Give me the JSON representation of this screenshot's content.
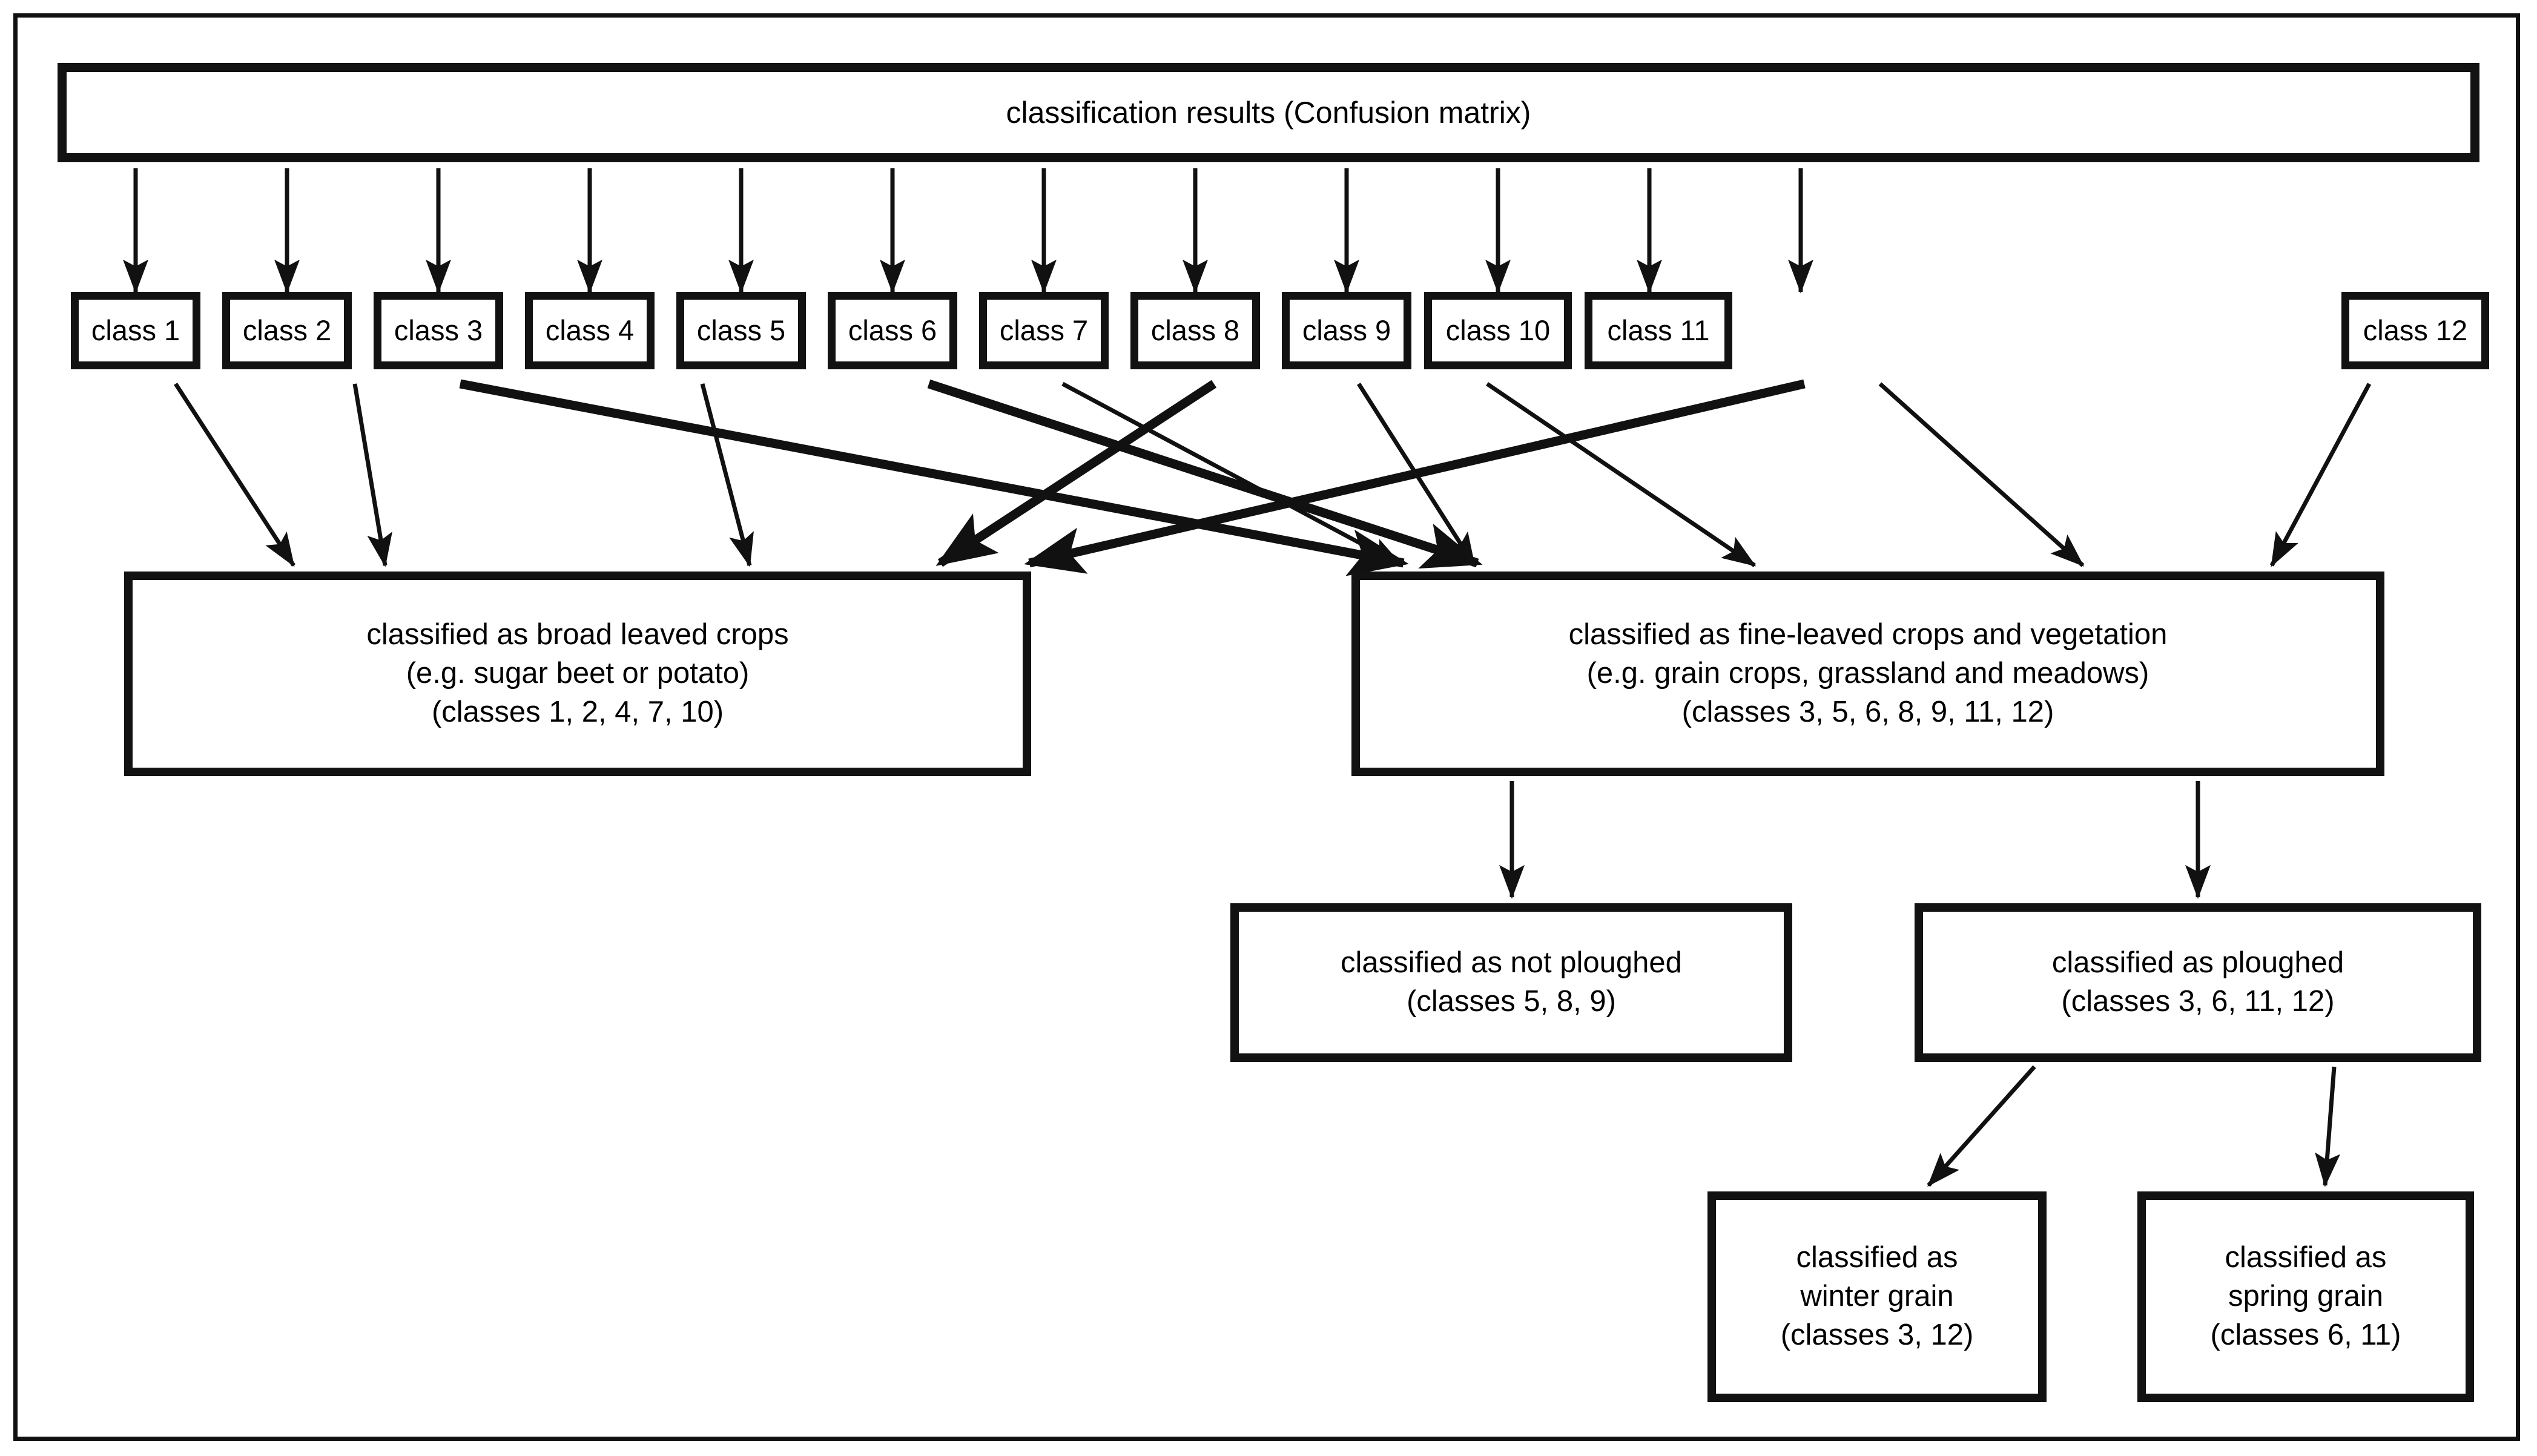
{
  "diagram": {
    "title": "classification results (Confusion matrix)",
    "root": {
      "label": "classification results (Confusion matrix)"
    },
    "classes": [
      {
        "id": "c1",
        "label": "class 1"
      },
      {
        "id": "c2",
        "label": "class 2"
      },
      {
        "id": "c3",
        "label": "class 3"
      },
      {
        "id": "c4",
        "label": "class 4"
      },
      {
        "id": "c5",
        "label": "class 5"
      },
      {
        "id": "c6",
        "label": "class 6"
      },
      {
        "id": "c7",
        "label": "class 7"
      },
      {
        "id": "c8",
        "label": "class 8"
      },
      {
        "id": "c9",
        "label": "class 9"
      },
      {
        "id": "c10",
        "label": "class 10"
      },
      {
        "id": "c11",
        "label": "class 11"
      },
      {
        "id": "c12",
        "label": "class 12"
      }
    ],
    "groups": {
      "broad_leaved": {
        "label": "classified as broad leaved crops\n(e.g. sugar beet or potato)\n(classes 1, 2, 4, 7, 10)",
        "line1": "classified as broad leaved crops",
        "line2": "(e.g. sugar beet or potato)",
        "line3": "(classes 1, 2, 4, 7, 10)",
        "members": [
          1,
          2,
          4,
          7,
          10
        ]
      },
      "fine_leaved": {
        "label": "classified as fine-leaved crops and vegetation\n(e.g. grain crops, grassland and meadows)\n(classes 3, 5, 6, 8, 9, 11, 12)",
        "line1": "classified as fine-leaved crops and vegetation",
        "line2": "(e.g. grain crops, grassland and meadows)",
        "line3": "(classes 3, 5, 6, 8, 9, 11, 12)",
        "members": [
          3,
          5,
          6,
          8,
          9,
          11,
          12
        ]
      },
      "not_ploughed": {
        "label": "classified as not ploughed\n(classes 5, 8, 9)",
        "line1": "classified as not ploughed",
        "line2": "(classes 5, 8, 9)",
        "members": [
          5,
          8,
          9
        ]
      },
      "ploughed": {
        "label": "classified as ploughed\n(classes 3, 6, 11, 12)",
        "line1": "classified as ploughed",
        "line2": "(classes 3, 6, 11, 12)",
        "members": [
          3,
          6,
          11,
          12
        ]
      },
      "winter_grain": {
        "label": "classified as\nwinter grain\n(classes 3, 12)",
        "line1": "classified as",
        "line2": "winter grain",
        "line3": "(classes 3, 12)",
        "members": [
          3,
          12
        ]
      },
      "spring_grain": {
        "label": "classified as\nspring grain\n(classes 6, 11)",
        "line1": "classified as",
        "line2": "spring grain",
        "line3": "(classes 6, 11)",
        "members": [
          6,
          11
        ]
      }
    },
    "edges": [
      {
        "from": "root",
        "to": "c1"
      },
      {
        "from": "root",
        "to": "c2"
      },
      {
        "from": "root",
        "to": "c3"
      },
      {
        "from": "root",
        "to": "c4"
      },
      {
        "from": "root",
        "to": "c5"
      },
      {
        "from": "root",
        "to": "c6"
      },
      {
        "from": "root",
        "to": "c7"
      },
      {
        "from": "root",
        "to": "c8"
      },
      {
        "from": "root",
        "to": "c9"
      },
      {
        "from": "root",
        "to": "c10"
      },
      {
        "from": "root",
        "to": "c11"
      },
      {
        "from": "root",
        "to": "c12"
      },
      {
        "from": "c1",
        "to": "broad_leaved"
      },
      {
        "from": "c2",
        "to": "broad_leaved"
      },
      {
        "from": "c4",
        "to": "broad_leaved"
      },
      {
        "from": "c7",
        "to": "broad_leaved"
      },
      {
        "from": "c10",
        "to": "broad_leaved"
      },
      {
        "from": "c3",
        "to": "fine_leaved"
      },
      {
        "from": "c5",
        "to": "fine_leaved"
      },
      {
        "from": "c6",
        "to": "fine_leaved"
      },
      {
        "from": "c8",
        "to": "fine_leaved"
      },
      {
        "from": "c9",
        "to": "fine_leaved"
      },
      {
        "from": "c11",
        "to": "fine_leaved"
      },
      {
        "from": "c12",
        "to": "fine_leaved"
      },
      {
        "from": "fine_leaved",
        "to": "not_ploughed"
      },
      {
        "from": "fine_leaved",
        "to": "ploughed"
      },
      {
        "from": "ploughed",
        "to": "winter_grain"
      },
      {
        "from": "ploughed",
        "to": "spring_grain"
      }
    ],
    "colors": {
      "stroke": "#111111",
      "background": "#ffffff",
      "text": "#000000"
    }
  }
}
